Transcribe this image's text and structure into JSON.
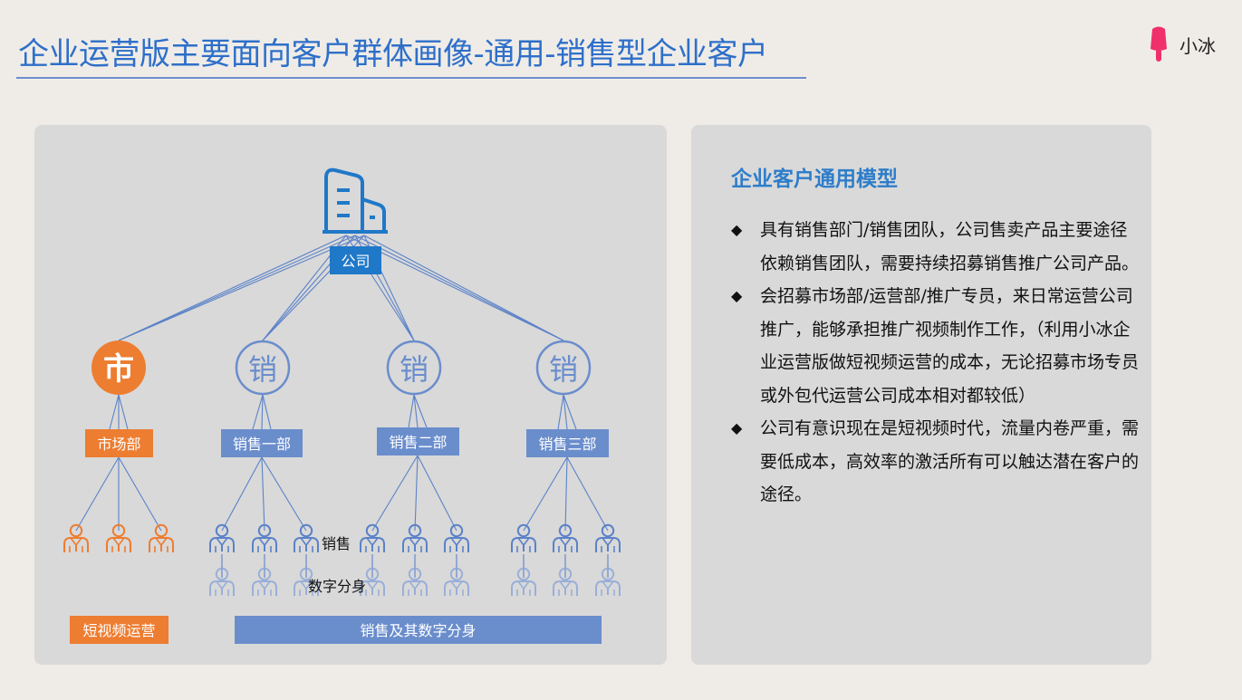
{
  "page": {
    "title": "企业运营版主要面向客户群体画像-通用-销售型企业客户",
    "logo_text": "小冰"
  },
  "diagram": {
    "root": {
      "label": "公司"
    },
    "branches": [
      {
        "badge": "市",
        "label": "市场部",
        "kind": "orange"
      },
      {
        "badge": "销",
        "label": "销售一部",
        "kind": "blue"
      },
      {
        "badge": "销",
        "label": "销售二部",
        "kind": "blue"
      },
      {
        "badge": "销",
        "label": "销售三部",
        "kind": "blue"
      }
    ],
    "annotations": {
      "sales": "销售",
      "digital": "数字分身"
    },
    "footer": {
      "left": "短视频运营",
      "right": "销售及其数字分身"
    }
  },
  "panel": {
    "title": "企业客户通用模型",
    "bullets": [
      "具有销售部门/销售团队，公司售卖产品主要途径依赖销售团队，需要持续招募销售推广公司产品。",
      "会招募市场部/运营部/推广专员，来日常运营公司推广，能够承担推广视频制作工作，（利用小冰企业运营版做短视频运营的成本，无论招募市场专员或外包代运营公司成本相对都较低）",
      "公司有意识现在是短视频时代，流量内卷严重，需要低成本，高效率的激活所有可以触达潜在客户的途径。"
    ],
    "bullet_mark": "◆"
  },
  "colors": {
    "orange": "#ed7d31",
    "blue": "#6a8dcc",
    "company": "#2e7dc9",
    "title": "#2e6fc9",
    "logo": "#f0306a"
  }
}
